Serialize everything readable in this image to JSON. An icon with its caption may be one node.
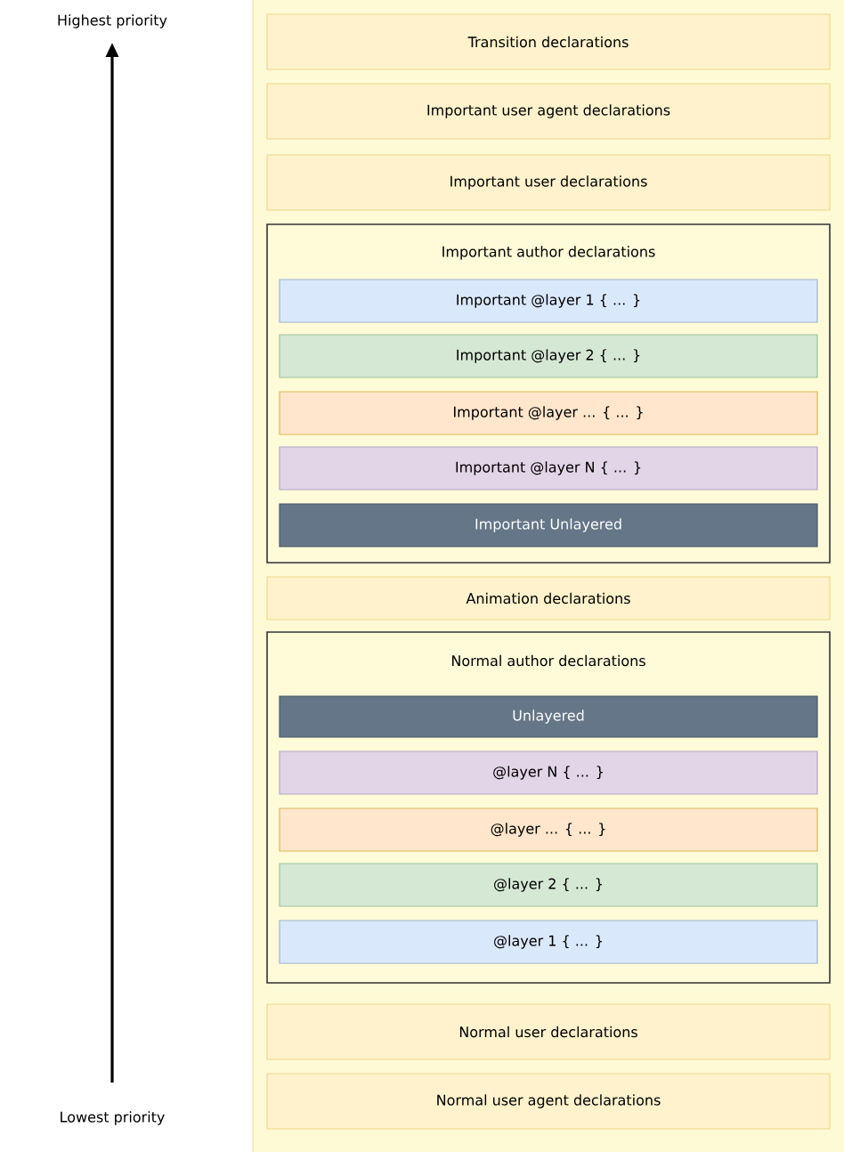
{
  "diagram": {
    "nodes": [
      {
        "text": [
          "Transition declarations"
        ]
      },
      {
        "text": [
          "Important user agent declarations"
        ]
      },
      {
        "text": [
          "Important user declarations"
        ]
      },
      {
        "text": [
          "Important author declarations"
        ]
      },
      {
        "text": [
          "Important @layer 1 { ... }"
        ],
        "in": 3
      },
      {
        "text": [
          "Important @layer 2 { ... }"
        ],
        "in": 3
      },
      {
        "text": [
          "Important @layer ... { ... }"
        ],
        "in": 3
      },
      {
        "text": [
          "Important @layer N { ... }"
        ],
        "in": 3
      },
      {
        "text": [
          "Important Unlayered"
        ],
        "in": 3
      },
      {
        "text": [
          "Animation declarations"
        ]
      },
      {
        "text": [
          "Normal author declarations"
        ]
      },
      {
        "text": [
          "Unlayered"
        ],
        "in": 10
      },
      {
        "text": [
          "@layer N { ... }"
        ],
        "in": 10
      },
      {
        "text": [
          "@layer ... { ... }"
        ],
        "in": 10
      },
      {
        "text": [
          "@layer 2 { ... }"
        ],
        "in": 10
      },
      {
        "text": [
          "@layer 1 { ... }"
        ],
        "in": 10
      },
      {
        "text": [
          "Normal user declarations"
        ]
      },
      {
        "text": [
          "Normal user agent declarations"
        ]
      }
    ],
    "labels": [
      "Highest priority",
      "Lowest priority"
    ]
  }
}
